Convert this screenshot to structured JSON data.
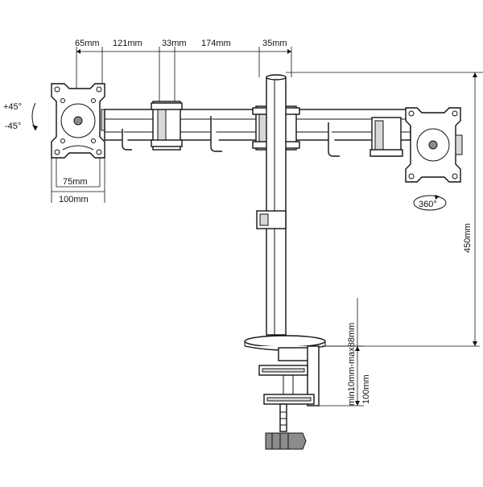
{
  "dimensions": {
    "top": [
      "65mm",
      "121mm",
      "33mm",
      "174mm",
      "35mm"
    ],
    "vesa_inner": "75mm",
    "vesa_outer": "100mm",
    "height": "450mm",
    "clamp_range": "min10mm-max88mm",
    "clamp_depth": "100mm"
  },
  "rotation": {
    "tilt_up": "+45°",
    "tilt_down": "-45°",
    "swivel": "360°"
  },
  "colors": {
    "line": "#111111",
    "shade": "#d8d8d8"
  }
}
